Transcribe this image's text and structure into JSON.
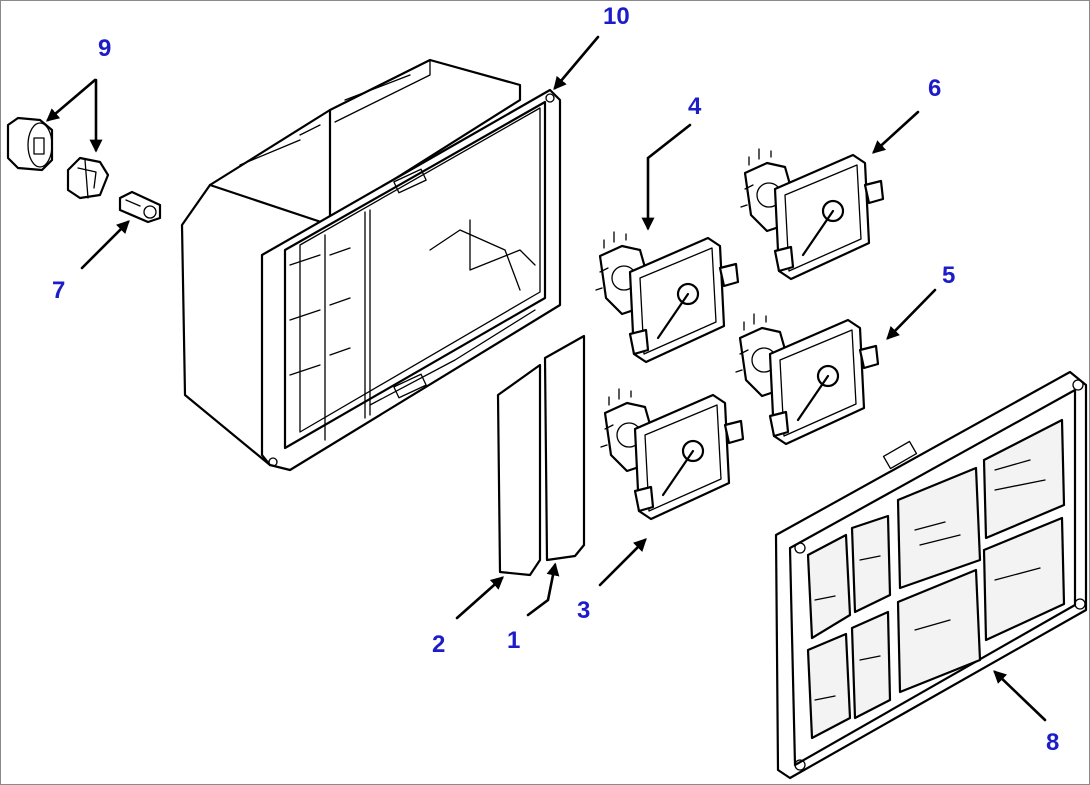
{
  "diagram": {
    "callouts": [
      {
        "id": "c10",
        "label": "10"
      },
      {
        "id": "c9",
        "label": "9"
      },
      {
        "id": "c7",
        "label": "7"
      },
      {
        "id": "c4",
        "label": "4"
      },
      {
        "id": "c6",
        "label": "6"
      },
      {
        "id": "c5",
        "label": "5"
      },
      {
        "id": "c3",
        "label": "3"
      },
      {
        "id": "c2",
        "label": "2"
      },
      {
        "id": "c1",
        "label": "1"
      },
      {
        "id": "c8",
        "label": "8"
      }
    ],
    "callout_color": "#1c1cc8",
    "line_color": "#000000",
    "parts": [
      "panel-housing",
      "bulb-socket",
      "bulb",
      "gauge",
      "filter-lens",
      "bezel-cover"
    ]
  }
}
